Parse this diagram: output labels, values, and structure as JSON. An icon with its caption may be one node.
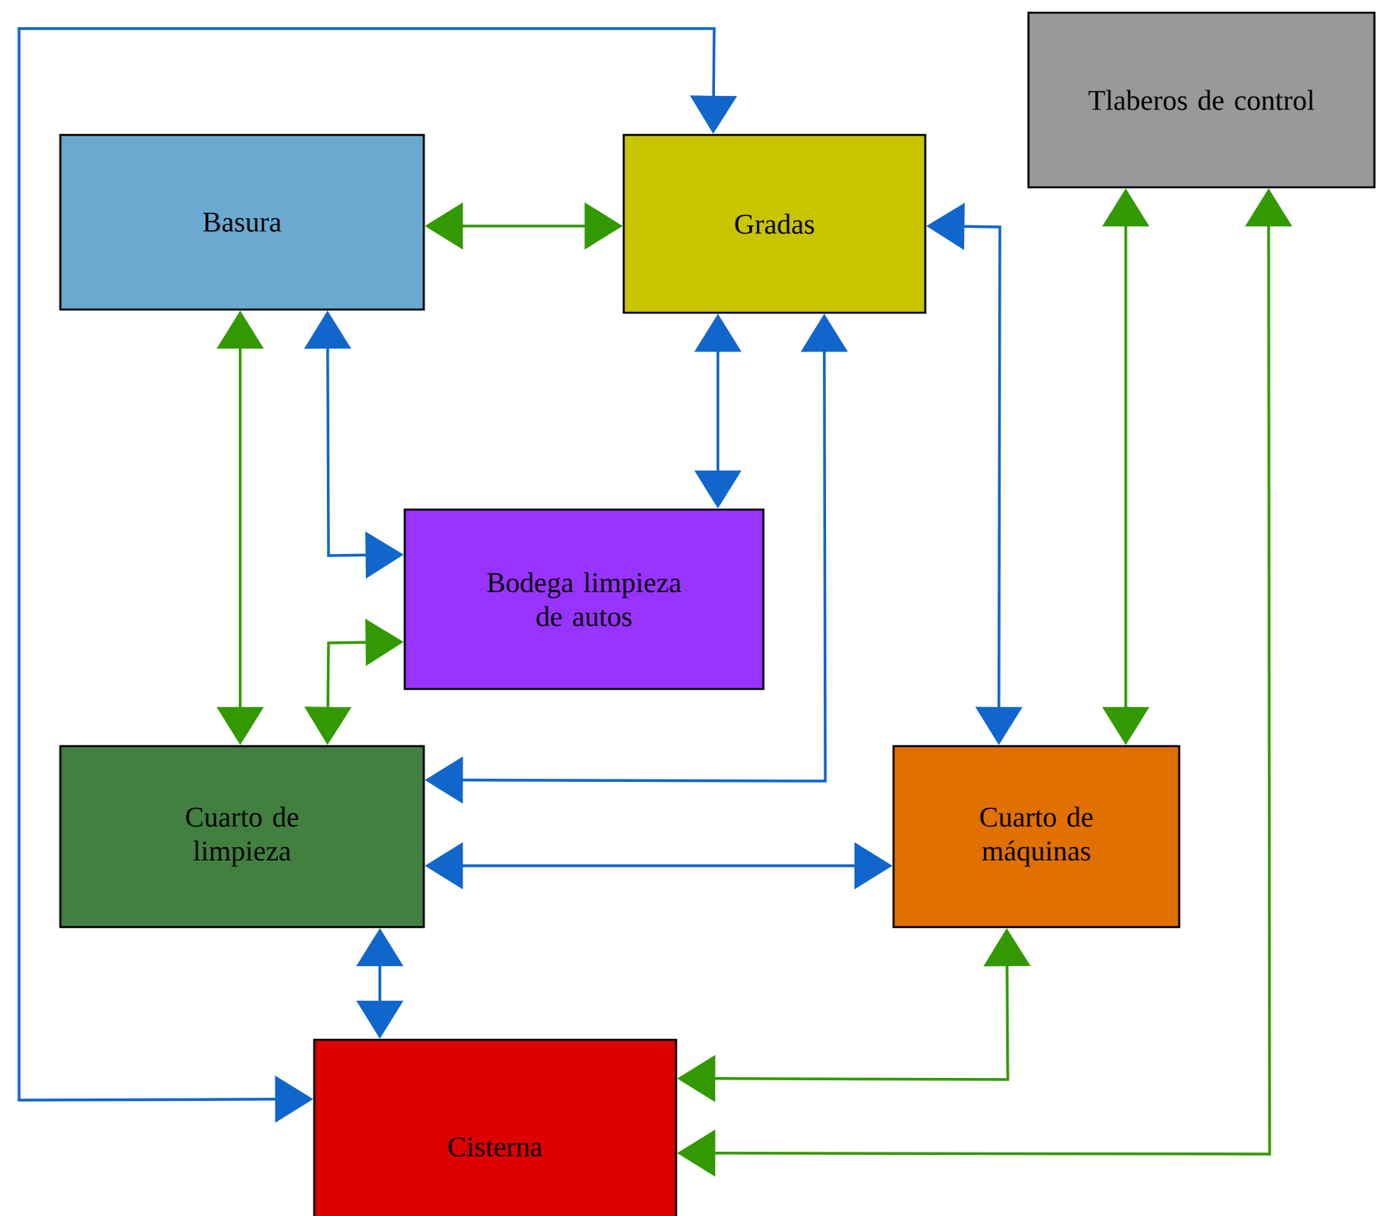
{
  "diagram": {
    "nodes": [
      {
        "text": [
          "Basura"
        ]
      },
      {
        "text": [
          "Gradas"
        ]
      },
      {
        "text": [
          "Tlaberos de control"
        ]
      },
      {
        "text": [
          "Bodega limpieza de autos"
        ]
      },
      {
        "text": [
          "Cuarto de limpieza"
        ]
      },
      {
        "text": [
          "Cuarto de máquinas"
        ]
      },
      {
        "text": [
          "Cisterna"
        ]
      }
    ],
    "edges": [
      {
        "from": 0,
        "to": 1,
        "arrow": "both",
        "color": "#339900"
      },
      {
        "from": 6,
        "to": 1,
        "arrow": "both"
      },
      {
        "from": 1,
        "to": 3,
        "arrow": "both"
      },
      {
        "from": 1,
        "to": 5,
        "arrow": "both"
      },
      {
        "from": 2,
        "to": 5,
        "arrow": "both",
        "color": "#339900"
      },
      {
        "from": 2,
        "to": 6,
        "arrow": "both",
        "color": "#339900"
      },
      {
        "from": 0,
        "to": 4,
        "arrow": "both",
        "color": "#339900"
      },
      {
        "from": 0,
        "to": 3,
        "arrow": "both"
      },
      {
        "from": 3,
        "to": 4,
        "arrow": "both",
        "color": "#339900"
      },
      {
        "from": 1,
        "to": 4,
        "arrow": "both"
      },
      {
        "from": 4,
        "to": 5,
        "arrow": "both"
      },
      {
        "from": 4,
        "to": 6,
        "arrow": "both"
      },
      {
        "from": 5,
        "to": 6,
        "arrow": "both",
        "color": "#339900"
      }
    ]
  }
}
